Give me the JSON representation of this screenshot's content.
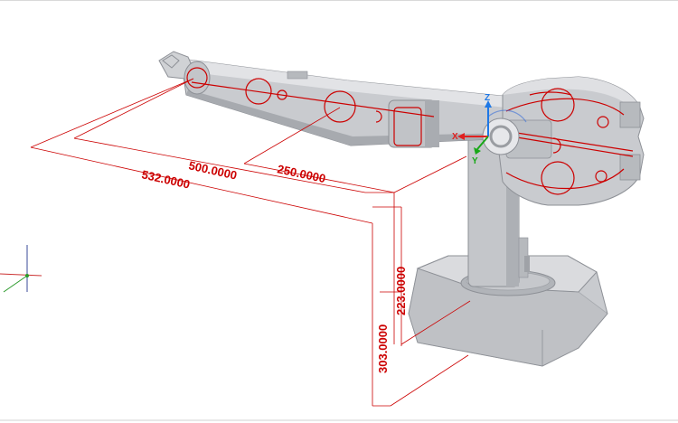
{
  "colors": {
    "dimension": "#cc0000",
    "body_fill": "#c9cbcf",
    "body_shade": "#a7aaaf",
    "body_light": "#e2e3e6",
    "edge": "#8d9096",
    "axis_x": "#e02020",
    "axis_y": "#18a818",
    "axis_z": "#1e78e6"
  },
  "dimensions": {
    "d500": "500.0000",
    "d250": "250.0000",
    "d532": "532.0000",
    "d223": "223.0000",
    "d303": "303.0000"
  },
  "gizmo": {
    "x_label": "X",
    "y_label": "Y",
    "z_label": "Z"
  },
  "icons": {
    "triad": "view-triad-icon",
    "manipulator": "transform-gizmo-icon"
  }
}
